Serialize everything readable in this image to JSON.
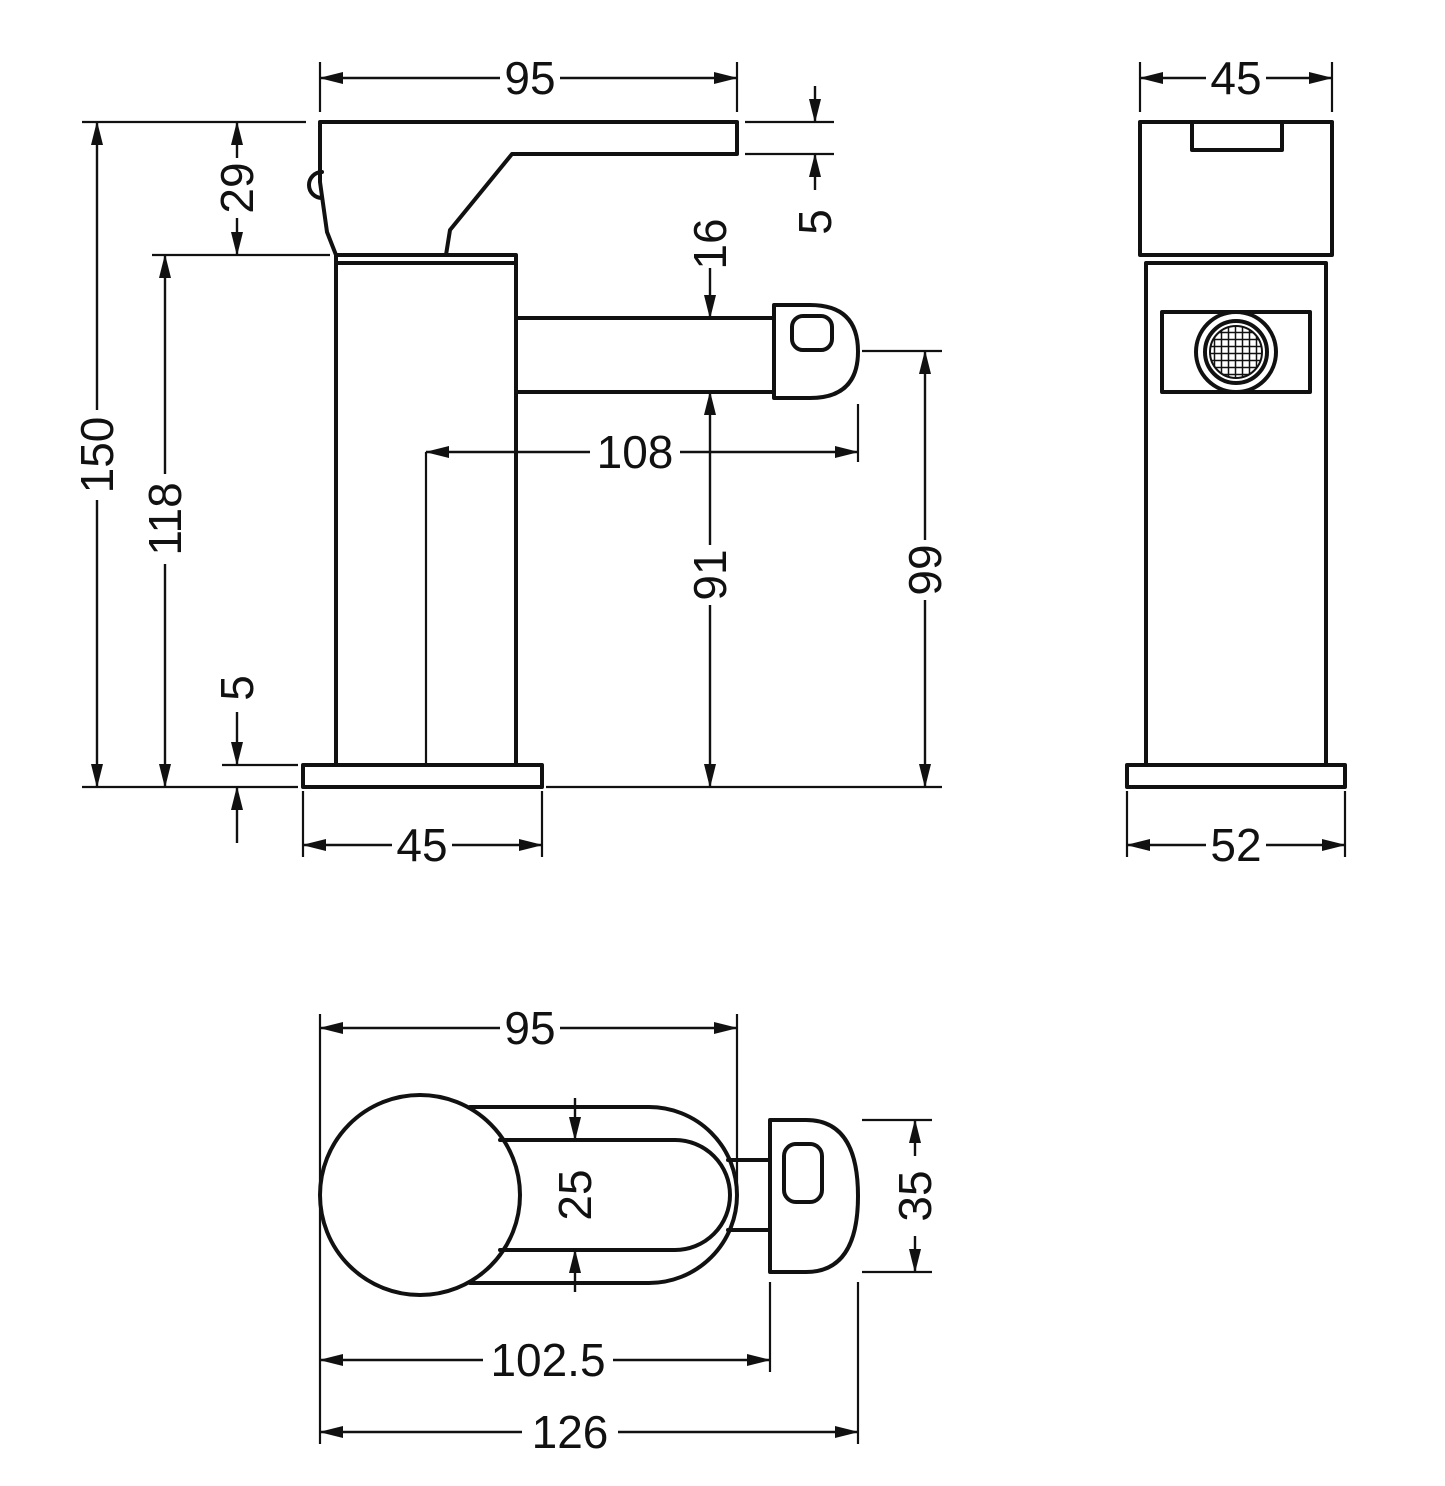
{
  "colors": {
    "line": "#111111",
    "background": "#ffffff"
  },
  "side": {
    "lever_length": "95",
    "handle_height": "29",
    "lever_thickness": "5",
    "spout_height": "16",
    "overall_height": "150",
    "body_height": "118",
    "spout_reach": "108",
    "spout_underside_height": "91",
    "spout_centre_height": "99",
    "base_thickness": "5",
    "base_width": "45"
  },
  "front": {
    "top_width": "45",
    "base_width": "52"
  },
  "top": {
    "lever_length": "95",
    "lever_width": "25",
    "nozzle_width": "35",
    "spout_reach": "102.5",
    "overall_length": "126"
  }
}
